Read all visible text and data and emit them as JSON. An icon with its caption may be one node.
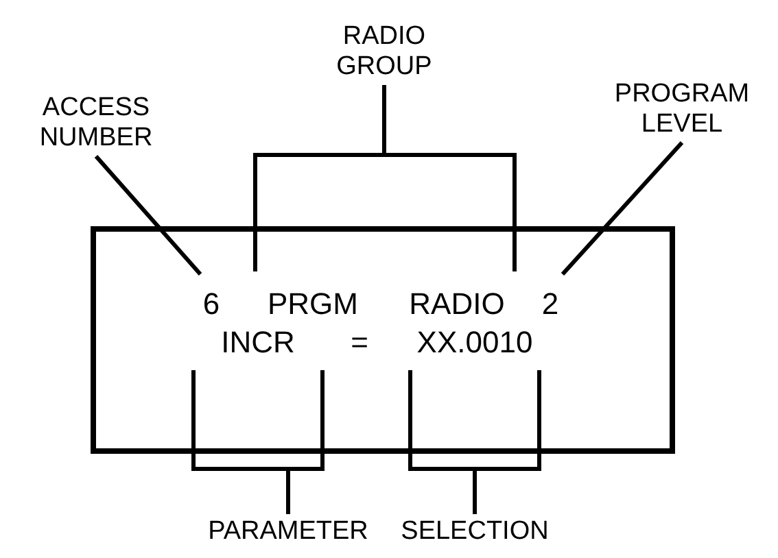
{
  "diagram": {
    "nodes": [
      {
        "text": [
          "RADIO GROUP"
        ]
      },
      {
        "text": [
          "ACCESS NUMBER"
        ]
      },
      {
        "text": [
          "PROGRAM LEVEL"
        ]
      },
      {
        "text": [],
        "shape": "box"
      },
      {
        "text": [
          "6"
        ],
        "in": 3
      },
      {
        "text": [
          "PRGM"
        ],
        "in": 3
      },
      {
        "text": [
          "RADIO"
        ],
        "in": 3
      },
      {
        "text": [
          "2"
        ],
        "in": 3
      },
      {
        "text": [
          "INCR"
        ],
        "in": 3
      },
      {
        "text": [
          "="
        ],
        "in": 3
      },
      {
        "text": [
          "XX.0010"
        ],
        "in": 3
      },
      {
        "text": [
          "PARAMETER"
        ]
      },
      {
        "text": [
          "SELECTION"
        ]
      }
    ],
    "edges": [
      {
        "from": 0,
        "to": 5,
        "arrow": "none"
      },
      {
        "from": 0,
        "to": 6,
        "arrow": "none"
      },
      {
        "from": 1,
        "to": 4,
        "arrow": "none"
      },
      {
        "from": 2,
        "to": 7,
        "arrow": "none"
      },
      {
        "from": 11,
        "to": 8,
        "arrow": "none"
      },
      {
        "from": 12,
        "to": 10,
        "arrow": "none"
      }
    ]
  }
}
